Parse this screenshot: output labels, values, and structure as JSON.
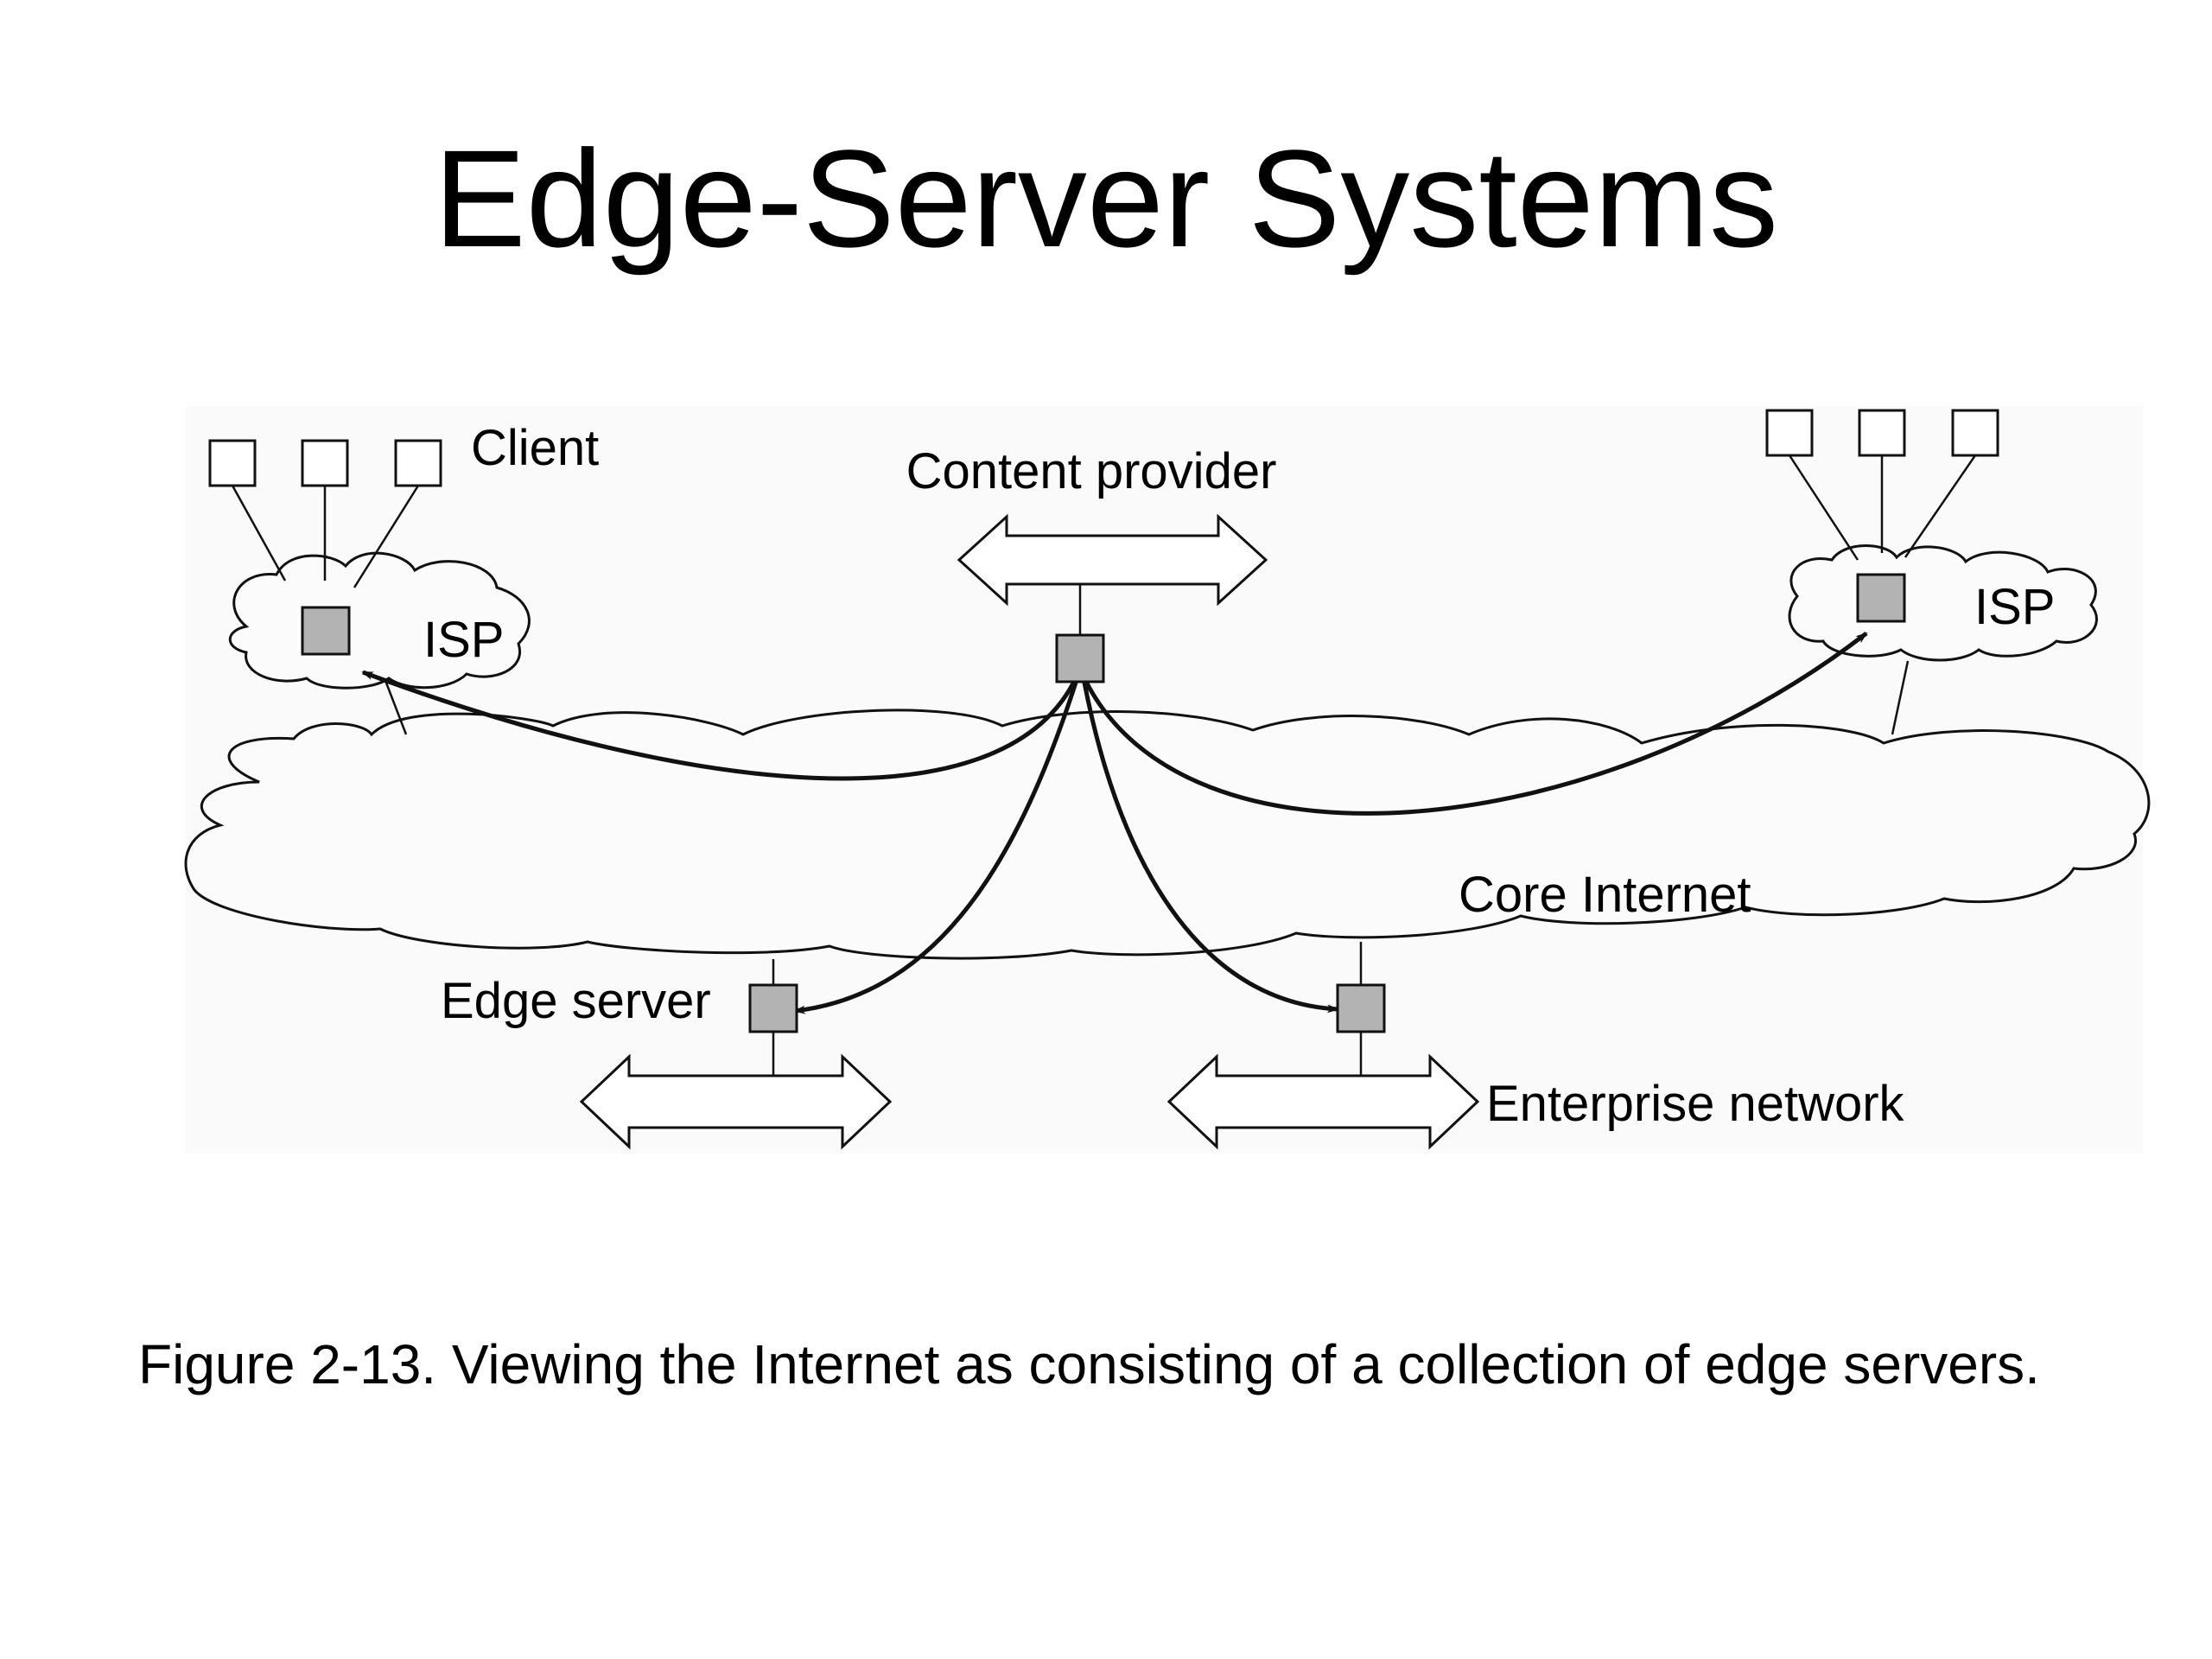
{
  "title": "Edge-Server Systems",
  "labels": {
    "client": "Client",
    "content_provider": "Content provider",
    "isp_left": "ISP",
    "isp_right": "ISP",
    "core_internet": "Core Internet",
    "edge_server": "Edge server",
    "enterprise_network": "Enterprise network"
  },
  "caption": "Figure 2-13. Viewing the Internet as consisting of a collection of edge servers.",
  "colors": {
    "server_fill": "#b3b3b3",
    "background_panel": "#fafafa",
    "stroke": "#111111"
  }
}
